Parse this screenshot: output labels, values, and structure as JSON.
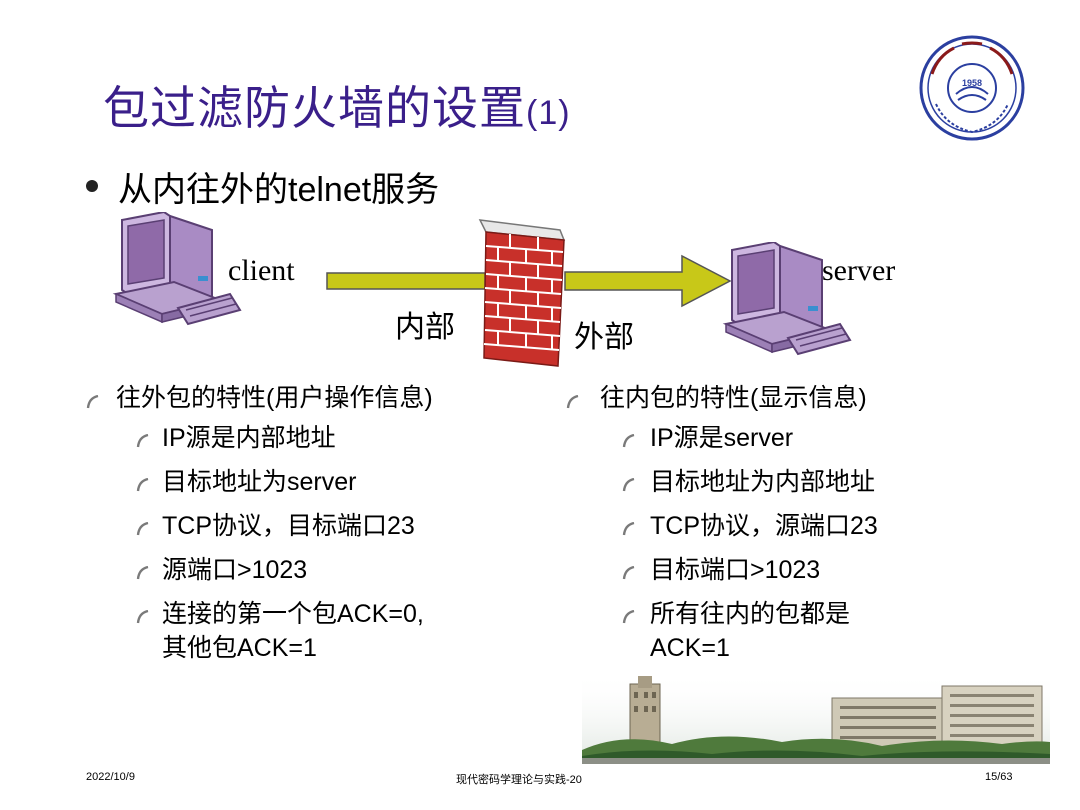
{
  "slide": {
    "title_main": "包过滤防火墙的设置",
    "title_suffix": "(1)",
    "bullet": "从内往外的telnet服务"
  },
  "diagram": {
    "client_label": "client",
    "server_label": "server",
    "inside_label": "内部",
    "outside_label": "外部"
  },
  "left_column": {
    "heading": "往外包的特性(用户操作信息)",
    "items": [
      {
        "line1": "IP源是内部地址",
        "line2": ""
      },
      {
        "line1": "目标地址为server",
        "line2": ""
      },
      {
        "line1": "TCP协议，目标端口23",
        "line2": ""
      },
      {
        "line1": "源端口>1023",
        "line2": ""
      },
      {
        "line1": "连接的第一个包ACK=0,",
        "line2": "其他包ACK=1"
      }
    ]
  },
  "right_column": {
    "heading": "往内包的特性(显示信息)",
    "items": [
      {
        "line1": "IP源是server",
        "line2": ""
      },
      {
        "line1": "目标地址为内部地址",
        "line2": ""
      },
      {
        "line1": "TCP协议，源端口23",
        "line2": ""
      },
      {
        "line1": "目标端口>1023",
        "line2": ""
      },
      {
        "line1": "所有往内的包都是",
        "line2": "ACK=1"
      }
    ]
  },
  "footer": {
    "date": "2022/10/9",
    "course": "现代密码学理论与实践-20",
    "page": "15/63"
  },
  "logo": {
    "year": "1958"
  },
  "colors": {
    "title": "#3a1f8a",
    "arrow": "#c8c818",
    "wall": "#c8302a",
    "computer": "#b9a1cf"
  }
}
